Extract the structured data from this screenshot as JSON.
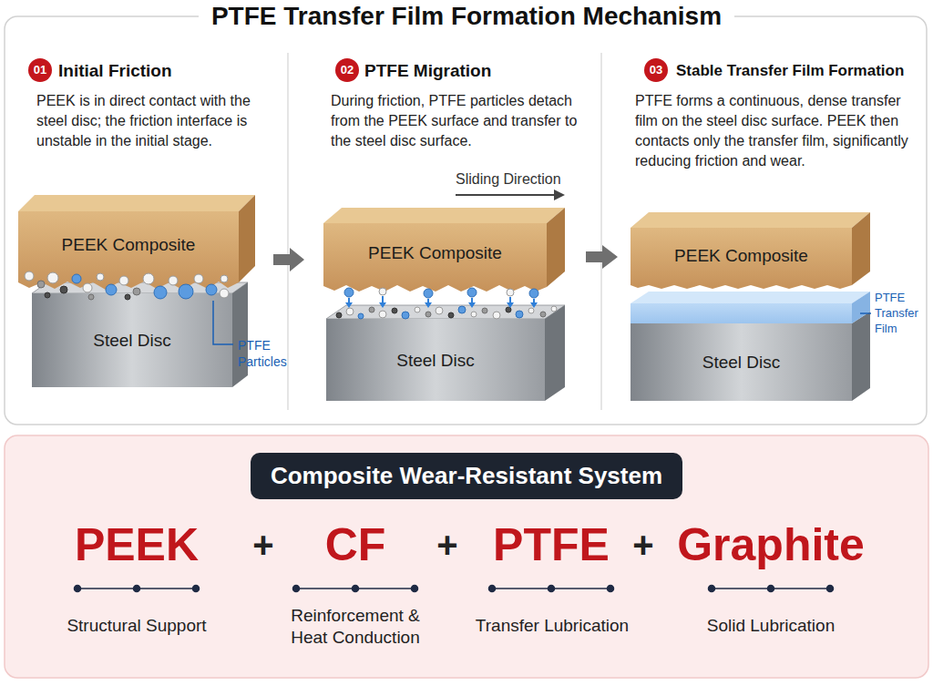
{
  "diagram": {
    "title": "PTFE Transfer Film Formation Mechanism",
    "nodes": [
      {
        "text": [
          "01"
        ]
      },
      {
        "text": [
          "PEEK Composite"
        ]
      },
      {
        "text": [
          "Steel Disc"
        ]
      },
      {
        "text": [
          "02"
        ]
      },
      {
        "text": [
          "PEEK Composite"
        ]
      },
      {
        "text": [
          "Steel Disc"
        ]
      },
      {
        "text": [
          "03"
        ]
      },
      {
        "text": [
          "PEEK Composite"
        ]
      },
      {
        "text": [
          "Steel Disc"
        ]
      },
      {
        "text": [
          "Composite Wear-Resistant System"
        ]
      }
    ],
    "labels": [
      "Initial Friction",
      "PEEK is in direct contact with the steel disc; the friction interface is unstable in the initial stage.",
      "PTFE Particles",
      "PTFE Migration",
      "During friction, PTFE particles detach from the PEEK surface and transfer to the steel disc surface.",
      "Sliding Direction",
      "Stable Transfer Film Formation",
      "PTFE forms a continuous, dense transfer film on the steel disc surface. PEEK then contacts only the transfer film, significantly reducing friction and wear.",
      "PTFE Transfer Film",
      "PEEK",
      "+",
      "CF",
      "+",
      "PTFE",
      "+",
      "Graphite",
      "Structural Support",
      "Reinforcement & Heat Conduction",
      "Transfer Lubrication",
      "Solid Lubrication"
    ]
  }
}
